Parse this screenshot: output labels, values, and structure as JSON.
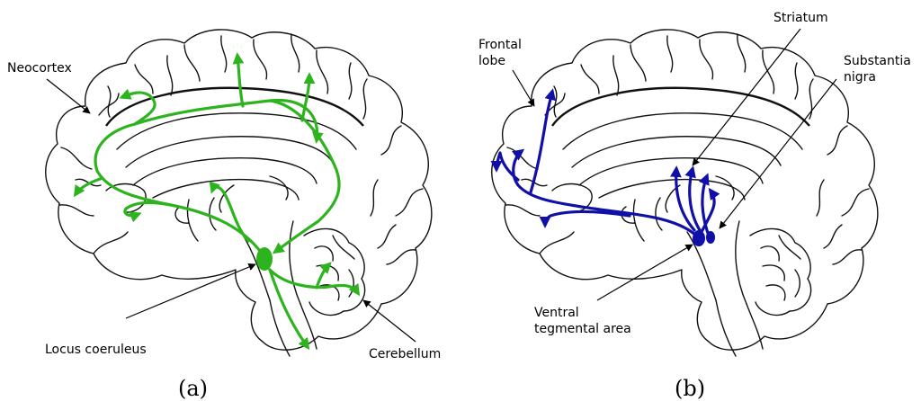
{
  "panels": {
    "a": {
      "caption": "(a)",
      "labels": {
        "neocortex": "Neocortex",
        "locus": "Locus coeruleus",
        "cerebellum": "Cerebellum"
      },
      "pathway_color": "#2db31e"
    },
    "b": {
      "caption": "(b)",
      "labels": {
        "frontal_1": "Frontal",
        "frontal_2": "lobe",
        "striatum": "Striatum",
        "substantia_1": "Substantia",
        "substantia_2": "nigra",
        "vta_1": "Ventral",
        "vta_2": "tegmental area"
      },
      "pathway_color": "#1010a8"
    }
  }
}
